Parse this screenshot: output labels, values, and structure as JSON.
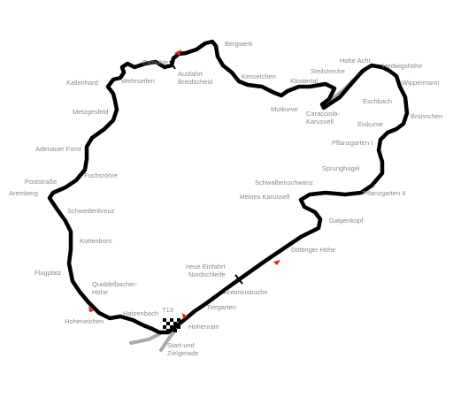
{
  "colors": {
    "track": "#000000",
    "connector": "#a9a9a9",
    "direction_marker": "#e41e1e",
    "label": "#8a8a8a",
    "background": "#ffffff"
  },
  "labels": {
    "bergwerk": "Bergwerk",
    "exmuehle": "Exmühle",
    "ausfahrt": "Ausfahrt\nBreidscheid",
    "kallenhard": "Kallenhard",
    "wehrseifen": "Wehrseifen",
    "kesselchen": "Kesselchen",
    "steilstrecke": "Steilstrecke",
    "hohe_acht": "Hohe Acht",
    "hedwigshoehe": "Hedwigshöhe",
    "klostertal": "Klostertal",
    "wippermann": "Wippermann",
    "metzgesfeld": "Metzgesfeld",
    "mutkurve": "Mutkurve",
    "caracciola": "Caracciola-\nKarussell",
    "eschbach": "Eschbach",
    "bruennchen": "Brünnchen",
    "eiskurve": "Eiskurve",
    "adenauer_forst": "Adenauer Forst",
    "pflanzgarten_1": "Pflanzgarten I",
    "sprunghuegel": "Sprunghügel",
    "fuchsroehre": "Fuchsröhre",
    "poststrasse": "Poststraße",
    "schwalbenschwanz": "Schwalbenschwanz",
    "aremberg": "Aremberg",
    "pflanzgarten_2": "Pflanzgarten II",
    "kleines_karussell": "kleines Karussell",
    "schwedenkreuz": "Schwedenkreuz",
    "galgenkopf": "Galgenkopf",
    "kottenborn": "Kottenborn",
    "doettinger_hoehe": "Döttinger Höhe",
    "neue_einfahrt": "neue Einfahrt\nNordschleife",
    "flugplatz": "Flugplatz",
    "antoniusbuche": "Antoniusbuche",
    "quiddelbacher_hoehe": "Quiddelbacher-\nHöhe",
    "tiergarten": "Tiergarten",
    "hatzenbach": "Hatzenbach",
    "t13": "T13",
    "hohenrain": "Hohenrain",
    "hocheichen": "Hoheneichen",
    "start_ziel": "Start-und\nZielgerade"
  }
}
